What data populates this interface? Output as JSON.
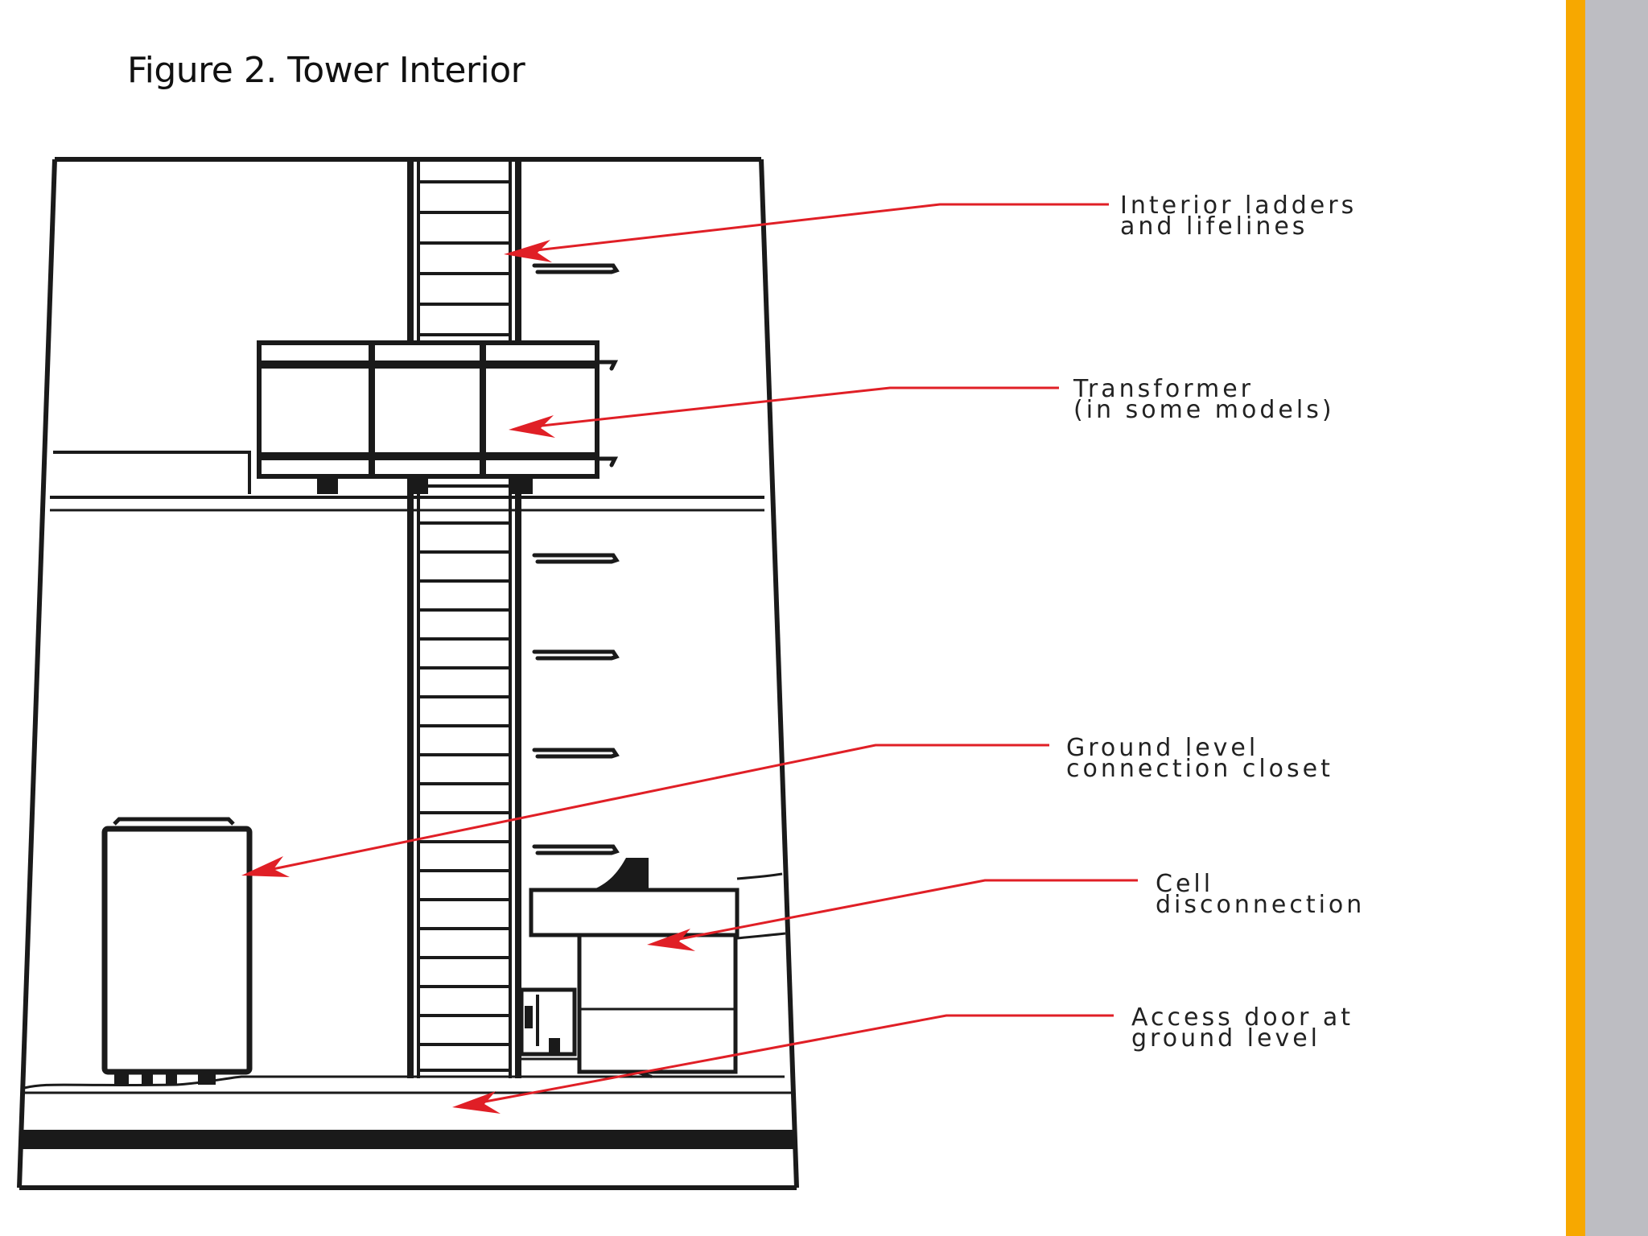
{
  "slide": {
    "title": "Figure 2. Tower Interior"
  },
  "colors": {
    "accent": "#f7a800",
    "side_panel": "#bdbdc2",
    "arrow": "#e01f26",
    "line_art": "#1a1a1a"
  },
  "callouts": [
    {
      "id": "ladders",
      "line1": "Interior ladders",
      "line2": "and lifelines"
    },
    {
      "id": "transformer",
      "line1": "Transformer",
      "line2": "(in some models)"
    },
    {
      "id": "closet",
      "line1": "Ground level",
      "line2": "connection closet"
    },
    {
      "id": "cell",
      "line1": "Cell",
      "line2": "disconnection"
    },
    {
      "id": "door",
      "line1": "Access door at",
      "line2": "ground level"
    }
  ]
}
